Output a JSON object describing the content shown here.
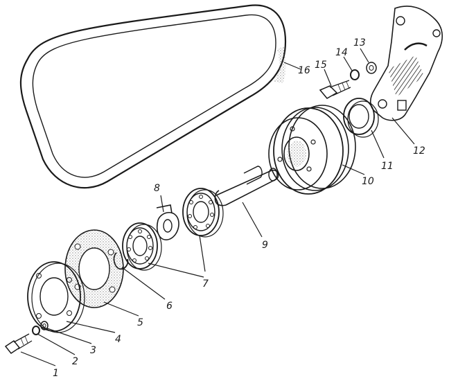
{
  "callouts": [
    {
      "id": "1",
      "text": "1"
    },
    {
      "id": "2",
      "text": "2"
    },
    {
      "id": "3",
      "text": "3"
    },
    {
      "id": "4",
      "text": "4"
    },
    {
      "id": "5",
      "text": "5"
    },
    {
      "id": "6",
      "text": "6"
    },
    {
      "id": "7",
      "text": "7"
    },
    {
      "id": "8",
      "text": "8"
    },
    {
      "id": "9",
      "text": "9"
    },
    {
      "id": "10",
      "text": "10"
    },
    {
      "id": "11",
      "text": "11"
    },
    {
      "id": "12",
      "text": "12"
    },
    {
      "id": "13",
      "text": "13"
    },
    {
      "id": "14",
      "text": "14"
    },
    {
      "id": "15",
      "text": "15"
    },
    {
      "id": "16",
      "text": "16"
    }
  ],
  "colors": {
    "ink": "#1a1a1a",
    "background": "#ffffff",
    "hatch": "#555555"
  }
}
